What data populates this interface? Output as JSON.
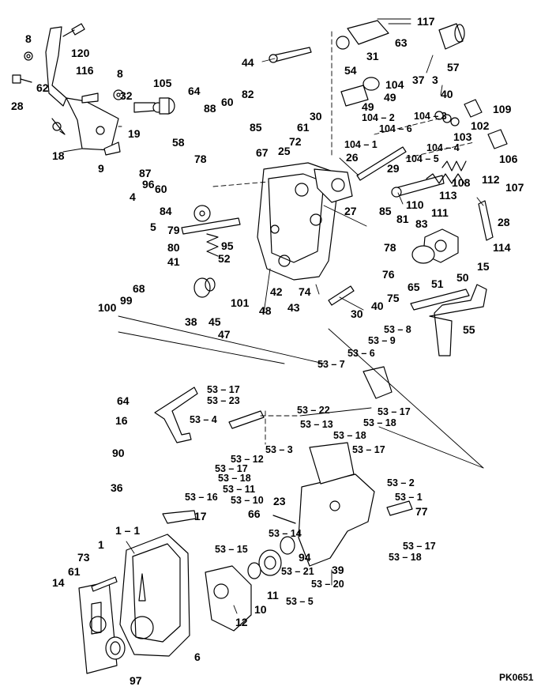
{
  "drawing_code": "PK0651",
  "callouts": [
    {
      "id": "c117",
      "text": "117"
    },
    {
      "id": "c8a",
      "text": "8"
    },
    {
      "id": "c120",
      "text": "120"
    },
    {
      "id": "c44",
      "text": "44"
    },
    {
      "id": "c63",
      "text": "63"
    },
    {
      "id": "c57",
      "text": "57"
    },
    {
      "id": "c31",
      "text": "31"
    },
    {
      "id": "c54",
      "text": "54"
    },
    {
      "id": "c104a",
      "text": "104"
    },
    {
      "id": "c37",
      "text": "37"
    },
    {
      "id": "c3a",
      "text": "3"
    },
    {
      "id": "c62",
      "text": "62"
    },
    {
      "id": "c116",
      "text": "116"
    },
    {
      "id": "c8b",
      "text": "8"
    },
    {
      "id": "c28a",
      "text": "28"
    },
    {
      "id": "c105",
      "text": "105"
    },
    {
      "id": "c32",
      "text": "32"
    },
    {
      "id": "c64a",
      "text": "64"
    },
    {
      "id": "c49a",
      "text": "49"
    },
    {
      "id": "c49b",
      "text": "49"
    },
    {
      "id": "c40a",
      "text": "40"
    },
    {
      "id": "c109",
      "text": "109"
    },
    {
      "id": "c60a",
      "text": "60"
    },
    {
      "id": "c82",
      "text": "82"
    },
    {
      "id": "c88",
      "text": "88"
    },
    {
      "id": "c30a",
      "text": "30"
    },
    {
      "id": "c104_3",
      "text": "104 – 3"
    },
    {
      "id": "c102",
      "text": "102"
    },
    {
      "id": "c104_2",
      "text": "104 – 2"
    },
    {
      "id": "c104_6",
      "text": "104 – 6"
    },
    {
      "id": "c19",
      "text": "19"
    },
    {
      "id": "c85a",
      "text": "85"
    },
    {
      "id": "c61a",
      "text": "61"
    },
    {
      "id": "c103",
      "text": "103"
    },
    {
      "id": "c18",
      "text": "18"
    },
    {
      "id": "c72",
      "text": "72"
    },
    {
      "id": "c104_1",
      "text": "104 – 1"
    },
    {
      "id": "c58",
      "text": "58"
    },
    {
      "id": "c67",
      "text": "67"
    },
    {
      "id": "c25",
      "text": "25"
    },
    {
      "id": "c104_4",
      "text": "104 – 4"
    },
    {
      "id": "c9",
      "text": "9"
    },
    {
      "id": "c78a",
      "text": "78"
    },
    {
      "id": "c26",
      "text": "26"
    },
    {
      "id": "c104_5",
      "text": "104 – 5"
    },
    {
      "id": "c106",
      "text": "106"
    },
    {
      "id": "c87",
      "text": "87"
    },
    {
      "id": "c96",
      "text": "96"
    },
    {
      "id": "c29",
      "text": "29"
    },
    {
      "id": "c60b",
      "text": "60"
    },
    {
      "id": "c112",
      "text": "112"
    },
    {
      "id": "c108",
      "text": "108"
    },
    {
      "id": "c107",
      "text": "107"
    },
    {
      "id": "c4",
      "text": "4"
    },
    {
      "id": "c113",
      "text": "113"
    },
    {
      "id": "c110",
      "text": "110"
    },
    {
      "id": "c84",
      "text": "84"
    },
    {
      "id": "c27",
      "text": "27"
    },
    {
      "id": "c85b",
      "text": "85"
    },
    {
      "id": "c111",
      "text": "111"
    },
    {
      "id": "c28b",
      "text": "28"
    },
    {
      "id": "c5",
      "text": "5"
    },
    {
      "id": "c81",
      "text": "81"
    },
    {
      "id": "c83",
      "text": "83"
    },
    {
      "id": "c79",
      "text": "79"
    },
    {
      "id": "c114",
      "text": "114"
    },
    {
      "id": "c80",
      "text": "80"
    },
    {
      "id": "c95",
      "text": "95"
    },
    {
      "id": "c78b",
      "text": "78"
    },
    {
      "id": "c52",
      "text": "52"
    },
    {
      "id": "c41",
      "text": "41"
    },
    {
      "id": "c15",
      "text": "15"
    },
    {
      "id": "c76",
      "text": "76"
    },
    {
      "id": "c50",
      "text": "50"
    },
    {
      "id": "c51",
      "text": "51"
    },
    {
      "id": "c68",
      "text": "68"
    },
    {
      "id": "c42",
      "text": "42"
    },
    {
      "id": "c74",
      "text": "74"
    },
    {
      "id": "c65",
      "text": "65"
    },
    {
      "id": "c99",
      "text": "99"
    },
    {
      "id": "c101",
      "text": "101"
    },
    {
      "id": "c75",
      "text": "75"
    },
    {
      "id": "c100",
      "text": "100"
    },
    {
      "id": "c48",
      "text": "48"
    },
    {
      "id": "c43",
      "text": "43"
    },
    {
      "id": "c40b",
      "text": "40"
    },
    {
      "id": "c38",
      "text": "38"
    },
    {
      "id": "c45",
      "text": "45"
    },
    {
      "id": "c30b",
      "text": "30"
    },
    {
      "id": "c47",
      "text": "47"
    },
    {
      "id": "c55",
      "text": "55"
    },
    {
      "id": "c53_8",
      "text": "53 – 8"
    },
    {
      "id": "c53_9",
      "text": "53 – 9"
    },
    {
      "id": "c53_6",
      "text": "53 – 6"
    },
    {
      "id": "c53_7",
      "text": "53 – 7"
    },
    {
      "id": "c64b",
      "text": "64"
    },
    {
      "id": "c53_17a",
      "text": "53 – 17"
    },
    {
      "id": "c53_23",
      "text": "53 – 23"
    },
    {
      "id": "c53_22",
      "text": "53 – 22"
    },
    {
      "id": "c53_17b",
      "text": "53 – 17"
    },
    {
      "id": "c53_18a",
      "text": "53 – 18"
    },
    {
      "id": "c16",
      "text": "16"
    },
    {
      "id": "c53_4",
      "text": "53 – 4"
    },
    {
      "id": "c53_13",
      "text": "53 – 13"
    },
    {
      "id": "c53_18b",
      "text": "53 – 18"
    },
    {
      "id": "c53_3",
      "text": "53 – 3"
    },
    {
      "id": "c53_17c",
      "text": "53 – 17"
    },
    {
      "id": "c90",
      "text": "90"
    },
    {
      "id": "c53_12",
      "text": "53 – 12"
    },
    {
      "id": "c53_17d",
      "text": "53 – 17"
    },
    {
      "id": "c53_18c",
      "text": "53 – 18"
    },
    {
      "id": "c53_2",
      "text": "53 – 2"
    },
    {
      "id": "c36",
      "text": "36"
    },
    {
      "id": "c53_11",
      "text": "53 – 11"
    },
    {
      "id": "c53_1",
      "text": "53 – 1"
    },
    {
      "id": "c53_10",
      "text": "53 – 10"
    },
    {
      "id": "c23",
      "text": "23"
    },
    {
      "id": "c53_16",
      "text": "53 – 16"
    },
    {
      "id": "c66",
      "text": "66"
    },
    {
      "id": "c77",
      "text": "77"
    },
    {
      "id": "c1_1",
      "text": "1 – 1"
    },
    {
      "id": "c17",
      "text": "17"
    },
    {
      "id": "c53_14",
      "text": "53 – 14"
    },
    {
      "id": "c1",
      "text": "1"
    },
    {
      "id": "c53_15",
      "text": "53 – 15"
    },
    {
      "id": "c53_17e",
      "text": "53 – 17"
    },
    {
      "id": "c53_18d",
      "text": "53 – 18"
    },
    {
      "id": "c94",
      "text": "94"
    },
    {
      "id": "c73",
      "text": "73"
    },
    {
      "id": "c53_21",
      "text": "53 – 21"
    },
    {
      "id": "c39",
      "text": "39"
    },
    {
      "id": "c61b",
      "text": "61"
    },
    {
      "id": "c53_20",
      "text": "53 – 20"
    },
    {
      "id": "c14",
      "text": "14"
    },
    {
      "id": "c11",
      "text": "11"
    },
    {
      "id": "c53_5",
      "text": "53 – 5"
    },
    {
      "id": "c10",
      "text": "10"
    },
    {
      "id": "c12",
      "text": "12"
    },
    {
      "id": "c6",
      "text": "6"
    },
    {
      "id": "c97",
      "text": "97"
    }
  ]
}
